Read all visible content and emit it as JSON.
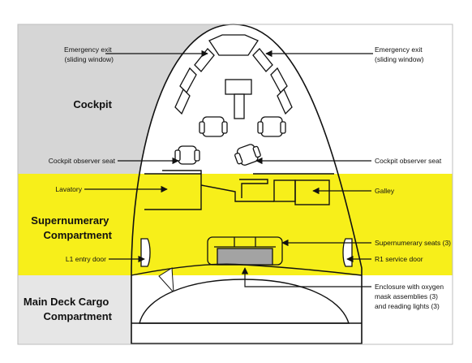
{
  "zones": {
    "cockpit": "Cockpit",
    "supernumerary": [
      "Supernumerary",
      "Compartment"
    ],
    "cargo": [
      "Main Deck Cargo",
      "Compartment"
    ]
  },
  "callouts": {
    "emergency_exit_left": [
      "Emergency exit",
      "(sliding window)"
    ],
    "emergency_exit_right": [
      "Emergency exit",
      "(sliding window)"
    ],
    "observer_seat_left": "Cockpit observer seat",
    "observer_seat_right": "Cockpit observer seat",
    "lavatory": "Lavatory",
    "galley": "Galley",
    "l1_door": "L1 entry door",
    "r1_door": "R1 service door",
    "supernumerary_seats": "Supernumerary seats (3)",
    "enclosure": [
      "Enclosure with oxygen",
      "mask assemblies (3)",
      "and reading lights (3)"
    ]
  },
  "colors": {
    "cockpit_band": "#d6d6d6",
    "cargo_band": "#e6e6e6",
    "compartment_yellow": "#f7ef1a",
    "enclosure_gray": "#a3a3a3",
    "outline": "#111111"
  }
}
